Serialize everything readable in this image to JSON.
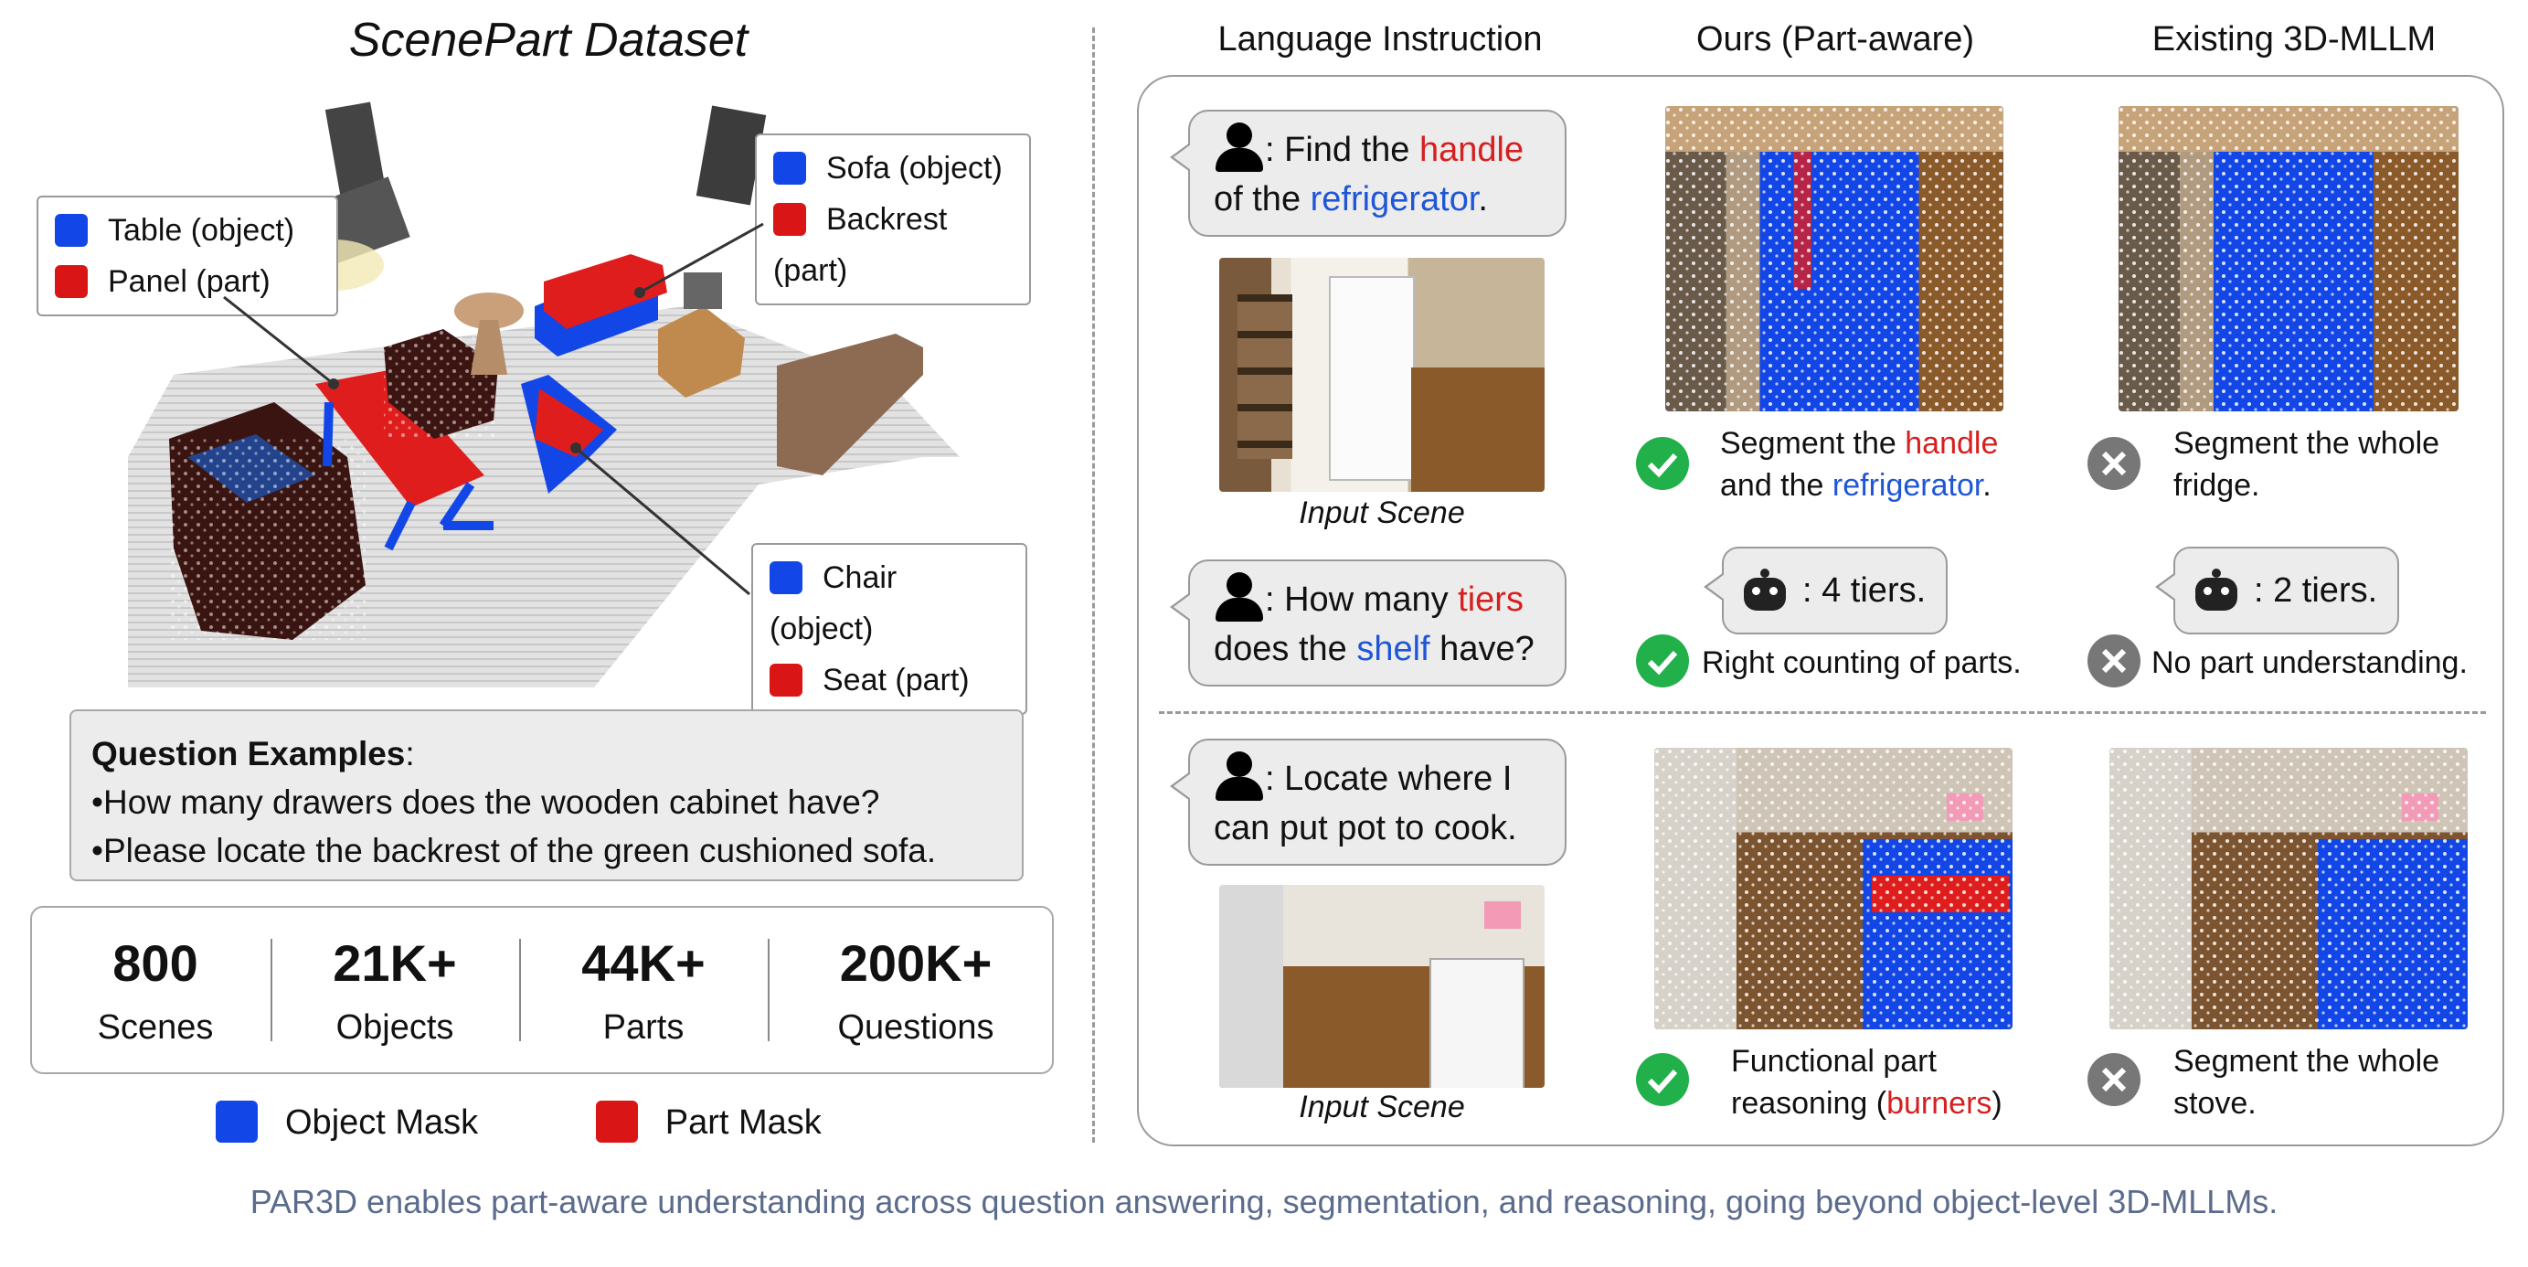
{
  "left": {
    "title": "ScenePart Dataset",
    "callouts": {
      "table": {
        "object": "Table (object)",
        "part": "Panel (part)"
      },
      "sofa": {
        "object": "Sofa (object)",
        "part": "Backrest (part)"
      },
      "chair": {
        "object": "Chair (object)",
        "part": "Seat (part)"
      }
    },
    "questions": {
      "heading": "Question Examples",
      "heading_suffix": ":",
      "items": [
        "How many drawers does the wooden cabinet have?",
        "Please locate the backrest of the green cushioned sofa."
      ]
    },
    "stats": [
      {
        "value": "800",
        "label": "Scenes"
      },
      {
        "value": "21K+",
        "label": "Objects"
      },
      {
        "value": "44K+",
        "label": "Parts"
      },
      {
        "value": "200K+",
        "label": "Questions"
      }
    ],
    "legend": {
      "object_mask": "Object Mask",
      "part_mask": "Part Mask"
    }
  },
  "right": {
    "headers": {
      "instruction": "Language Instruction",
      "ours": "Ours (Part-aware)",
      "existing": "Existing 3D-MLLM"
    },
    "example1": {
      "q_parts": [
        ": Find the ",
        "handle",
        "of the ",
        "refrigerator",
        "."
      ],
      "caption": "Input Scene",
      "ours": [
        "Segment the ",
        "handle",
        "and the ",
        "refrigerator",
        "."
      ],
      "existing": [
        "Segment the whole",
        "fridge."
      ]
    },
    "example2": {
      "q_parts": [
        ": How many ",
        "tiers",
        "does the ",
        "shelf",
        " have?"
      ],
      "ours_answer": ": 4 tiers.",
      "ours_caption": "Right counting of parts.",
      "existing_answer": ": 2 tiers.",
      "existing_caption": "No part understanding."
    },
    "example3": {
      "q_lines": [
        ": Locate where I",
        "can put pot to cook."
      ],
      "caption": "Input Scene",
      "ours": [
        "Functional part",
        "reasoning (",
        "burners",
        ")"
      ],
      "existing": [
        "Segment the whole",
        "stove."
      ]
    }
  },
  "footer": "PAR3D enables part-aware understanding across question answering, segmentation, and reasoning, going beyond object-level 3D-MLLMs.",
  "colors": {
    "object": "#1346e6",
    "part": "#d91515",
    "highlight_blue": "#1f56d6",
    "highlight_red": "#d61f1f",
    "check": "#22b04a",
    "cross": "#777777",
    "footer_text": "#5b6b8c"
  }
}
